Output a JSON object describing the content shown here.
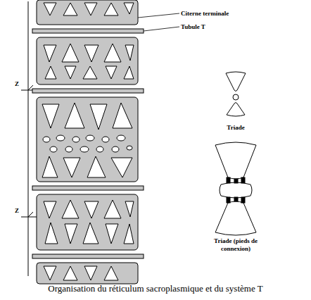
{
  "diagram": {
    "caption": "Organisation du réticulum sacroplasmique et du système T",
    "labels": [
      "Citerne terminale",
      "Tubule T",
      "Z",
      "Z",
      "Triade",
      "Triade (pieds de connexion)"
    ]
  }
}
